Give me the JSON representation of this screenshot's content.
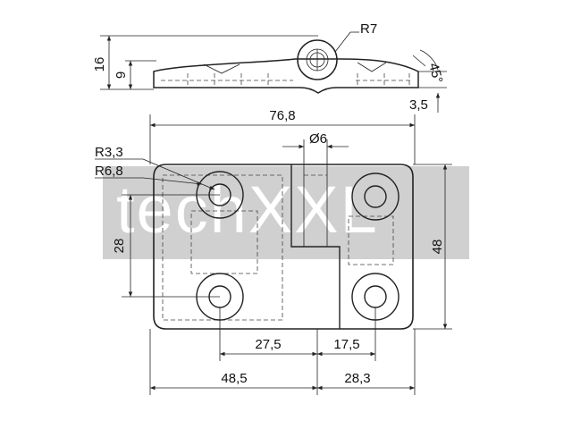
{
  "drawing": {
    "watermark": "techXXL",
    "watermark_color": "#c8c8c8",
    "line_color": "#222222"
  },
  "dimensions": {
    "height_total": "16",
    "height_plate": "9",
    "knuckle_radius": "R7",
    "angle": "45°",
    "thickness": "3,5",
    "overall_width": "76,8",
    "pin_diameter": "Ø6",
    "hole_radius": "R3,3",
    "boss_radius": "R6,8",
    "hole_spacing_vertical": "28",
    "overall_height": "48",
    "hole_spacing_left": "27,5",
    "hole_offset_right": "17,5",
    "left_leaf_width": "48,5",
    "right_leaf_width": "28,3"
  }
}
